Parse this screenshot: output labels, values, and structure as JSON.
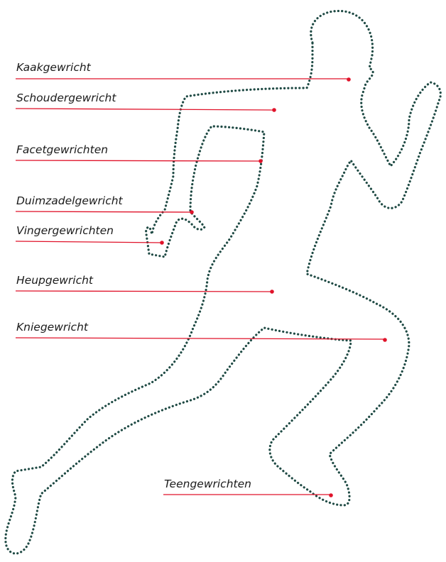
{
  "colors": {
    "outline": "#1f4a44",
    "pointer": "#e0132a",
    "label_text": "#1a1a1a"
  },
  "labels": {
    "kaak": "Kaakgewricht",
    "schouder": "Schoudergewricht",
    "facet": "Facetgewrichten",
    "duimzadel": "Duimzadelgewricht",
    "vinger": "Vingergewrichten",
    "heup": "Heupgewricht",
    "knie": "Kniegewricht",
    "teen": "Teengewrichten"
  }
}
